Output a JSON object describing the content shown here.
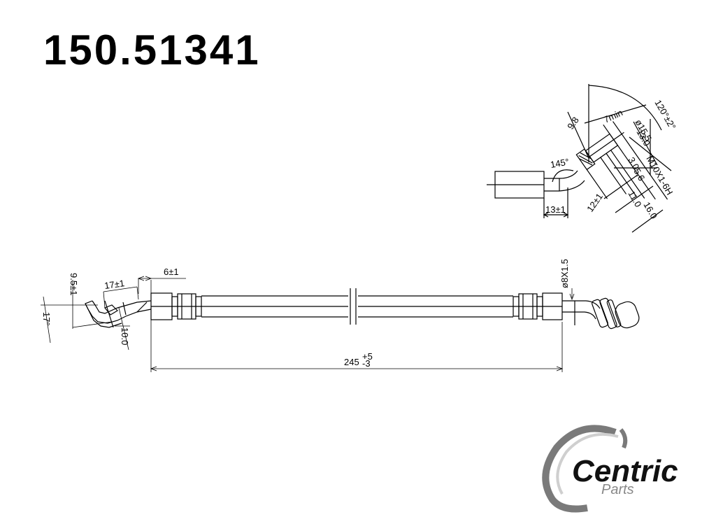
{
  "title": "150.51341",
  "dimensions": {
    "overall_length": "245",
    "overall_tol_plus": "+5",
    "overall_tol_minus": "-3",
    "fitting_offset": "6±1",
    "bracket_width": "17±1",
    "bracket_offset": "9.5±1",
    "bracket_angle": "17°",
    "bracket_height": "10.0",
    "thread_diameter": "ø8X1.5",
    "bend_angle": "145°",
    "tube_length": "13±1",
    "end_length": "12±1",
    "dim_9_8": "9.8",
    "dim_7min": "7min",
    "dia_15_5": "ø15.5",
    "dia_13_0": "13.0",
    "cone_angle": "120°±2°",
    "thread_spec": "M10X1-6H",
    "dim_3_0": "3.0",
    "dim_5_6": "5.6",
    "dim_11_0": "11.0",
    "dim_16_0": "16.0"
  },
  "logo": {
    "brand": "Centric",
    "sub": "Parts"
  }
}
